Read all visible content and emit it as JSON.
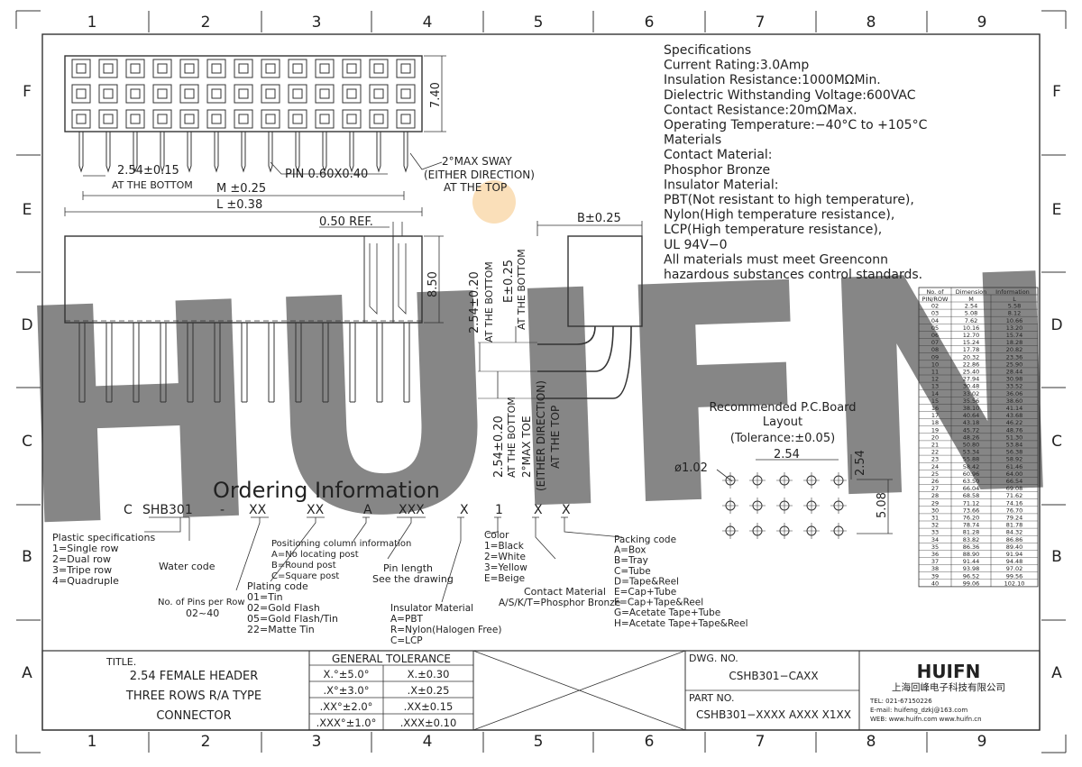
{
  "grid": {
    "columns": [
      "1",
      "2",
      "3",
      "4",
      "5",
      "6",
      "7",
      "8",
      "9"
    ],
    "rows": [
      "F",
      "E",
      "D",
      "C",
      "B",
      "A"
    ]
  },
  "watermark": {
    "text": "HUIFN",
    "color": "#b9c4e6"
  },
  "specs": {
    "lines": [
      "Specifications",
      "Current Rating:3.0Amp",
      "Insulation Resistance:1000MΩMin.",
      "Dielectric Withstanding Voltage:600VAC",
      "Contact Resistance:20mΩMax.",
      "Operating Temperature:−40°C to +105°C",
      "Materials",
      "Contact Material:",
      "Phosphor Bronze",
      "Insulator Material:",
      "PBT(Not resistant to high temperature),",
      "Nylon(High temperature resistance),",
      "LCP(High temperature resistance),",
      "UL 94V−0",
      "All materials must meet Greenconn",
      "hazardous substances control standards."
    ]
  },
  "dims": {
    "h740": "7.40",
    "pitch": "2.54±0.15",
    "at_bottom": "AT THE BOTTOM",
    "pin": "PIN 0.60X0.40",
    "sway1": "2°MAX SWAY",
    "sway2": "(EITHER DIRECTION)",
    "sway3": "AT THE TOP",
    "m": "M ±0.25",
    "l": "L ±0.38",
    "ref": "0.50 REF.",
    "h850": "8.50",
    "b": "B±0.25",
    "p1": "2.54±0.20",
    "e": "E±0.25",
    "toe": "2°MAX TOE",
    "at_top": "AT THE TOP"
  },
  "pcb": {
    "title1": "Recommended P.C.Board",
    "title2": "Layout",
    "tol": "(Tolerance:±0.05)",
    "pitch_h": "2.54",
    "pitch_v": "2.54",
    "row_span": "5.08",
    "hole": "ø1.02"
  },
  "dim_table": {
    "headers": [
      "No. of",
      "Dimension",
      "Information"
    ],
    "sub": [
      "PIN/ROW",
      "M",
      "L"
    ],
    "rows": [
      [
        "02",
        "2.54",
        "5.58"
      ],
      [
        "03",
        "5.08",
        "8.12"
      ],
      [
        "04",
        "7.62",
        "10.66"
      ],
      [
        "05",
        "10.16",
        "13.20"
      ],
      [
        "06",
        "12.70",
        "15.74"
      ],
      [
        "07",
        "15.24",
        "18.28"
      ],
      [
        "08",
        "17.78",
        "20.82"
      ],
      [
        "09",
        "20.32",
        "23.36"
      ],
      [
        "10",
        "22.86",
        "25.90"
      ],
      [
        "11",
        "25.40",
        "28.44"
      ],
      [
        "12",
        "27.94",
        "30.98"
      ],
      [
        "13",
        "30.48",
        "33.52"
      ],
      [
        "14",
        "33.02",
        "36.06"
      ],
      [
        "15",
        "35.56",
        "38.60"
      ],
      [
        "16",
        "38.10",
        "41.14"
      ],
      [
        "17",
        "40.64",
        "43.68"
      ],
      [
        "18",
        "43.18",
        "46.22"
      ],
      [
        "19",
        "45.72",
        "48.76"
      ],
      [
        "20",
        "48.26",
        "51.30"
      ],
      [
        "21",
        "50.80",
        "53.84"
      ],
      [
        "22",
        "53.34",
        "56.38"
      ],
      [
        "23",
        "55.88",
        "58.92"
      ],
      [
        "24",
        "58.42",
        "61.46"
      ],
      [
        "25",
        "60.96",
        "64.00"
      ],
      [
        "26",
        "63.50",
        "66.54"
      ],
      [
        "27",
        "66.04",
        "69.08"
      ],
      [
        "28",
        "68.58",
        "71.62"
      ],
      [
        "29",
        "71.12",
        "74.16"
      ],
      [
        "30",
        "73.66",
        "76.70"
      ],
      [
        "31",
        "76.20",
        "79.24"
      ],
      [
        "32",
        "78.74",
        "81.78"
      ],
      [
        "33",
        "81.28",
        "84.32"
      ],
      [
        "34",
        "83.82",
        "86.86"
      ],
      [
        "35",
        "86.36",
        "89.40"
      ],
      [
        "36",
        "88.90",
        "91.94"
      ],
      [
        "37",
        "91.44",
        "94.48"
      ],
      [
        "38",
        "93.98",
        "97.02"
      ],
      [
        "39",
        "96.52",
        "99.56"
      ],
      [
        "40",
        "99.06",
        "102.10"
      ]
    ]
  },
  "ordering": {
    "title": "Ordering Information",
    "code": [
      "C",
      "SHB301",
      "-",
      "XX",
      "XX",
      "A",
      "XXX",
      "X",
      "1",
      "X",
      "X"
    ],
    "plastic": [
      "Plastic specifications",
      "1=Single row",
      "2=Dual row",
      "3=Tripe row",
      "4=Quadruple"
    ],
    "water": "Water code",
    "pins": [
      "No. of Pins per Row",
      "02~40"
    ],
    "plating": [
      "Plating code",
      "01=Tin",
      "02=Gold Flash",
      "05=Gold Flash/Tin",
      "22=Matte Tin"
    ],
    "position": [
      "Positioning column information",
      "A=No locating post",
      "B=Round post",
      "C=Square post"
    ],
    "pinlen": [
      "Pin length",
      "See the drawing"
    ],
    "insulator": [
      "Insulator Material",
      "A=PBT",
      "R=Nylon(Halogen Free)",
      "C=LCP"
    ],
    "color": [
      "Color",
      "1=Black",
      "2=White",
      "3=Yellow",
      "E=Beige"
    ],
    "contact": [
      "Contact Material",
      "A/S/K/T=Phosphor Bronze"
    ],
    "packing": [
      "Packing code",
      "A=Box",
      "B=Tray",
      "C=Tube",
      "D=Tape&Reel",
      "E=Cap+Tube",
      "F=Cap+Tape&Reel",
      "G=Acetate Tape+Tube",
      "H=Acetate Tape+Tape&Reel"
    ]
  },
  "title_block": {
    "title_label": "TITLE.",
    "title_lines": [
      "2.54 FEMALE HEADER",
      "THREE ROWS R/A TYPE",
      "CONNECTOR"
    ],
    "tol_header": "GENERAL TOLERANCE",
    "tol_rows": [
      [
        "X.°±5.0°",
        "X.±0.30"
      ],
      [
        ".X°±3.0°",
        ".X±0.25"
      ],
      [
        ".XX°±2.0°",
        ".XX±0.15"
      ],
      [
        ".XXX°±1.0°",
        ".XXX±0.10"
      ]
    ],
    "dwg_label": "DWG. NO.",
    "dwg_no": "CSHB301−CAXX",
    "part_label": "PART NO.",
    "part_no": "CSHB301−XXXX AXXX X1XX",
    "logo": "HUIFN",
    "company": "上海回峰电子科技有限公司",
    "tel": "TEL: 021-67150226",
    "email": "E-mail: huifeng_dzkj@163.com",
    "web": "WEB: www.huifn.com www.huifn.cn"
  }
}
